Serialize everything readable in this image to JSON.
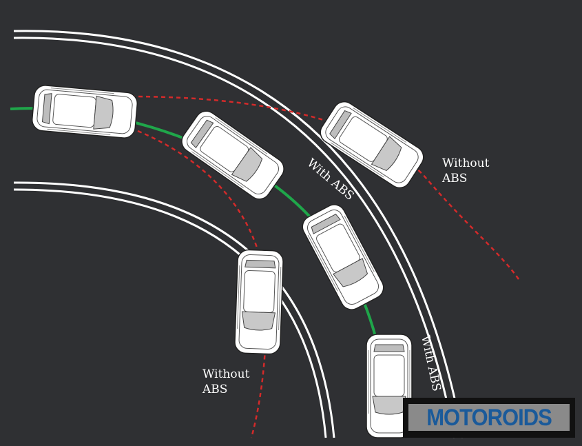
{
  "labels": {
    "with_abs_upper": "With ABS",
    "with_abs_lower": "With ABS",
    "without_abs_right_line1": "Without",
    "without_abs_right_line2": "ABS",
    "without_abs_left_line1": "Without",
    "without_abs_left_line2": "ABS"
  },
  "logo": {
    "text": "MOTOROIDS"
  },
  "colors": {
    "background": "#2f3033",
    "with_abs_path": "#1fa64a",
    "without_abs_path": "#d42a2a",
    "road_lines": "#ffffff",
    "logo_text": "#1a5a9a"
  }
}
